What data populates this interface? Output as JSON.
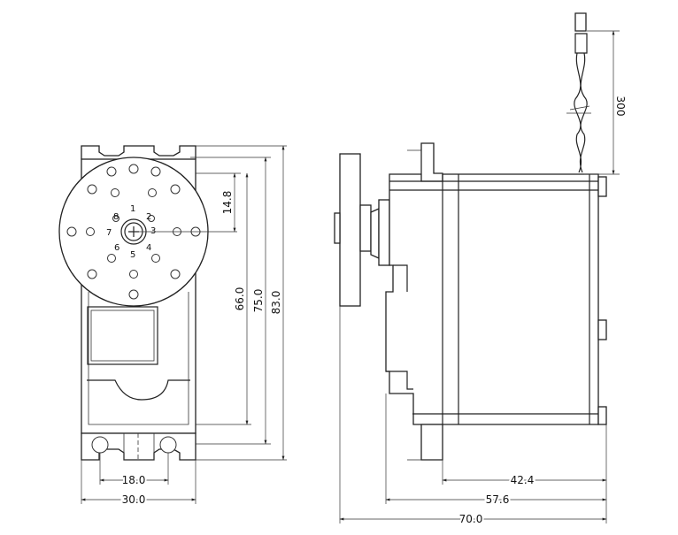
{
  "front_view": {
    "horn_numbers": [
      "1",
      "2",
      "3",
      "4",
      "5",
      "6",
      "7",
      "8"
    ],
    "dimensions": {
      "horn_offset": "14.8",
      "height_a": "66.0",
      "height_b": "75.0",
      "height_c": "83.0",
      "hole_spacing": "18.0",
      "width": "30.0"
    }
  },
  "side_view": {
    "dimensions": {
      "lead_length": "300",
      "body_length": "42.4",
      "case_length": "57.6",
      "overall_length": "70.0"
    }
  },
  "colors": {
    "line": "#222222",
    "background": "#ffffff"
  }
}
